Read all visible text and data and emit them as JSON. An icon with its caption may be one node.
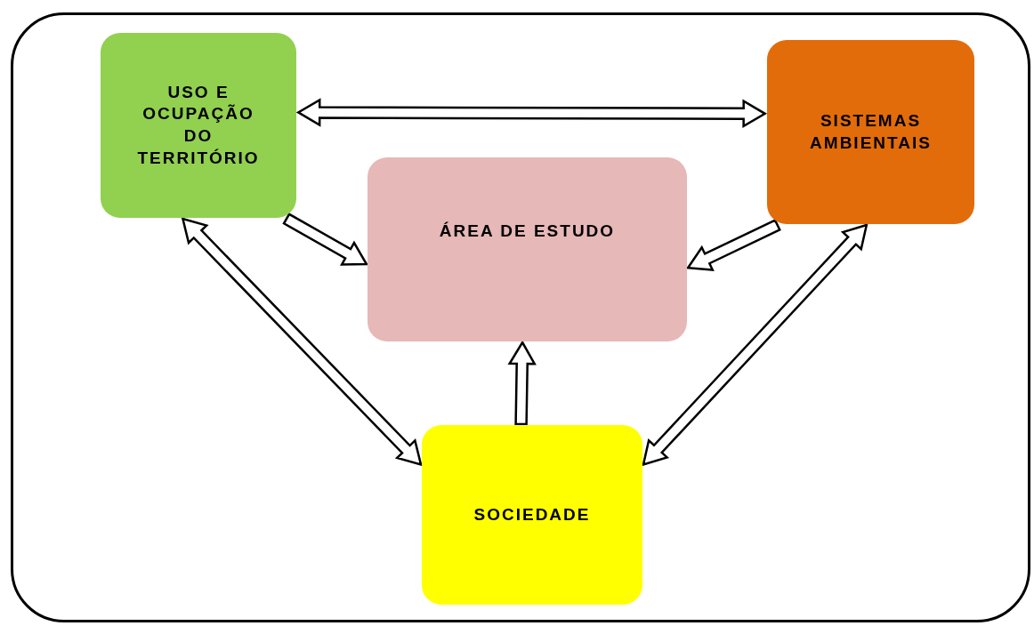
{
  "diagram": {
    "nodes": [
      {
        "text": [],
        "shape": "box"
      },
      {
        "text": [
          "USO E OCUPAÇÃO DO TERRITÓRIO"
        ],
        "in": 0
      },
      {
        "text": [
          "SISTEMAS AMBIENTAIS"
        ],
        "in": 0
      },
      {
        "text": [
          "ÁREA DE ESTUDO"
        ],
        "in": 0
      },
      {
        "text": [
          "SOCIEDADE"
        ],
        "in": 0
      }
    ],
    "edges": [
      {
        "from": 1,
        "to": 2,
        "arrow": "both"
      },
      {
        "from": 1,
        "to": 3,
        "arrow": "to"
      },
      {
        "from": 2,
        "to": 3,
        "arrow": "to"
      },
      {
        "from": 4,
        "to": 3,
        "arrow": "to"
      },
      {
        "from": 1,
        "to": 4,
        "arrow": "both"
      },
      {
        "from": 2,
        "to": 4,
        "arrow": "both"
      }
    ]
  }
}
